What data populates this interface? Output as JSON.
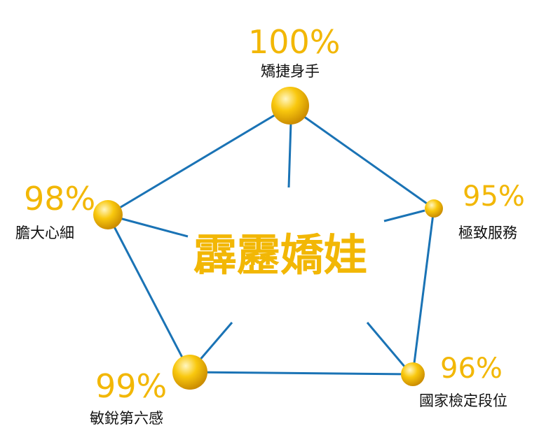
{
  "colors": {
    "line": "#1a73b5",
    "accent": "#f2b705",
    "node_light": "#fff3b0",
    "node_mid": "#f9c80e",
    "node_dark": "#c98a00",
    "text": "#111111"
  },
  "center": {
    "title": "霹靂嬌娃"
  },
  "nodes": [
    {
      "id": "top",
      "percent": "100%",
      "label": "矯捷身手"
    },
    {
      "id": "right",
      "percent": "95%",
      "label": "極致服務"
    },
    {
      "id": "bottom_right",
      "percent": "96%",
      "label": "國家檢定段位"
    },
    {
      "id": "bottom_left",
      "percent": "99%",
      "label": "敏銳第六感"
    },
    {
      "id": "left",
      "percent": "98%",
      "label": "膽大心細"
    }
  ]
}
